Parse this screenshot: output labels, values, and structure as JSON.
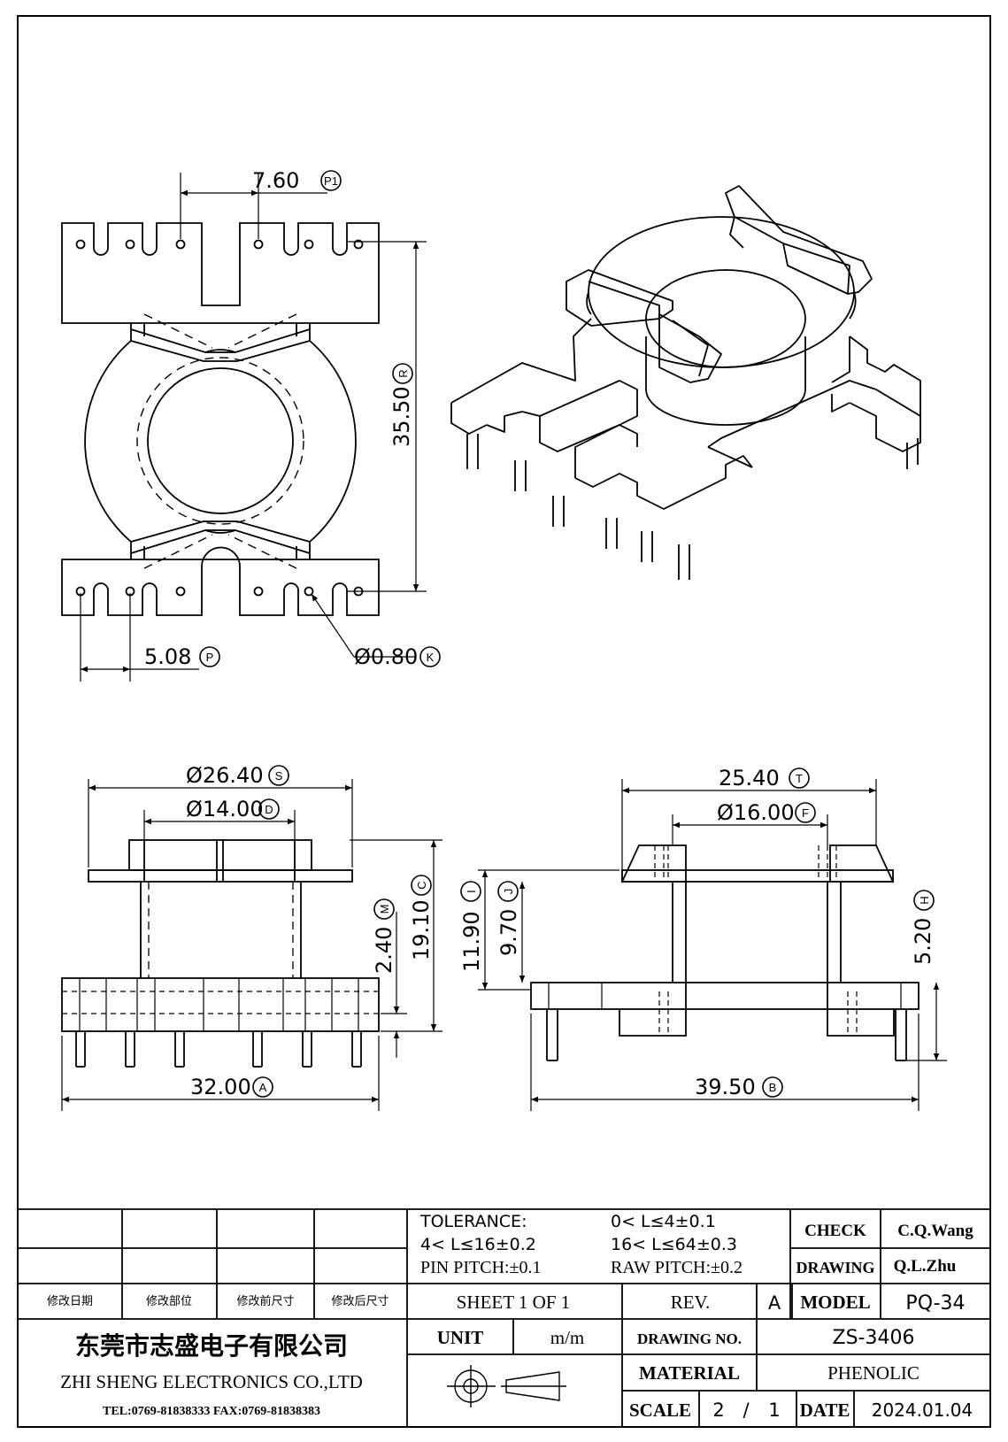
{
  "dimensions": {
    "pin_row_spacing": "7.60",
    "pin_row_spacing_ref": "P1",
    "overall_length": "35.50",
    "overall_length_ref": "R",
    "pin_pitch": "5.08",
    "pin_pitch_ref": "P",
    "pin_diameter": "Ø0.80",
    "pin_diameter_ref": "K",
    "flange_diameter": "Ø26.40",
    "flange_diameter_ref": "S",
    "core_diameter": "Ø14.00",
    "core_diameter_ref": "D",
    "height_overall": "19.10",
    "height_overall_ref": "C",
    "base_offset": "2.40",
    "base_offset_ref": "M",
    "base_width_front": "32.00",
    "base_width_front_ref": "A",
    "top_width_side": "25.40",
    "top_width_side_ref": "T",
    "bore_side": "Ø16.00",
    "bore_side_ref": "F",
    "winding_height_outer": "11.90",
    "winding_height_outer_ref": "I",
    "winding_height_inner": "9.70",
    "winding_height_inner_ref": "J",
    "pin_length": "5.20",
    "pin_length_ref": "H",
    "base_width_side": "39.50",
    "base_width_side_ref": "B"
  },
  "title_block": {
    "revision_headers": [
      "修改日期",
      "修改部位",
      "修改前尺寸",
      "修改后尺寸"
    ],
    "tolerance_label": "TOLERANCE:",
    "tolerance_1": "0< L≤4±0.1",
    "tolerance_2": "4< L≤16±0.2",
    "tolerance_3": "16< L≤64±0.3",
    "pin_pitch_tol": "PIN PITCH:±0.1",
    "raw_pitch_tol": "RAW PITCH:±0.2",
    "check_label": "CHECK",
    "check_value": "C.Q.Wang",
    "drawing_label": "DRAWING",
    "drawing_value": "Q.L.Zhu",
    "sheet": "SHEET 1 OF 1",
    "rev_label": "REV.",
    "rev_value": "A",
    "model_label": "MODEL",
    "model_value": "PQ-34",
    "company_cn": "东莞市志盛电子有限公司",
    "company_en": "ZHI SHENG ELECTRONICS CO.,LTD",
    "company_contact": "TEL:0769-81838333 FAX:0769-81838383",
    "unit_label": "UNIT",
    "unit_value": "m/m",
    "drawing_no_label": "DRAWING NO.",
    "drawing_no_value": "ZS-3406",
    "material_label": "MATERIAL",
    "material_value": "PHENOLIC",
    "scale_label": "SCALE",
    "scale_num": "2",
    "scale_sep": "/",
    "scale_den": "1",
    "date_label": "DATE",
    "date_value": "2024.01.04"
  }
}
